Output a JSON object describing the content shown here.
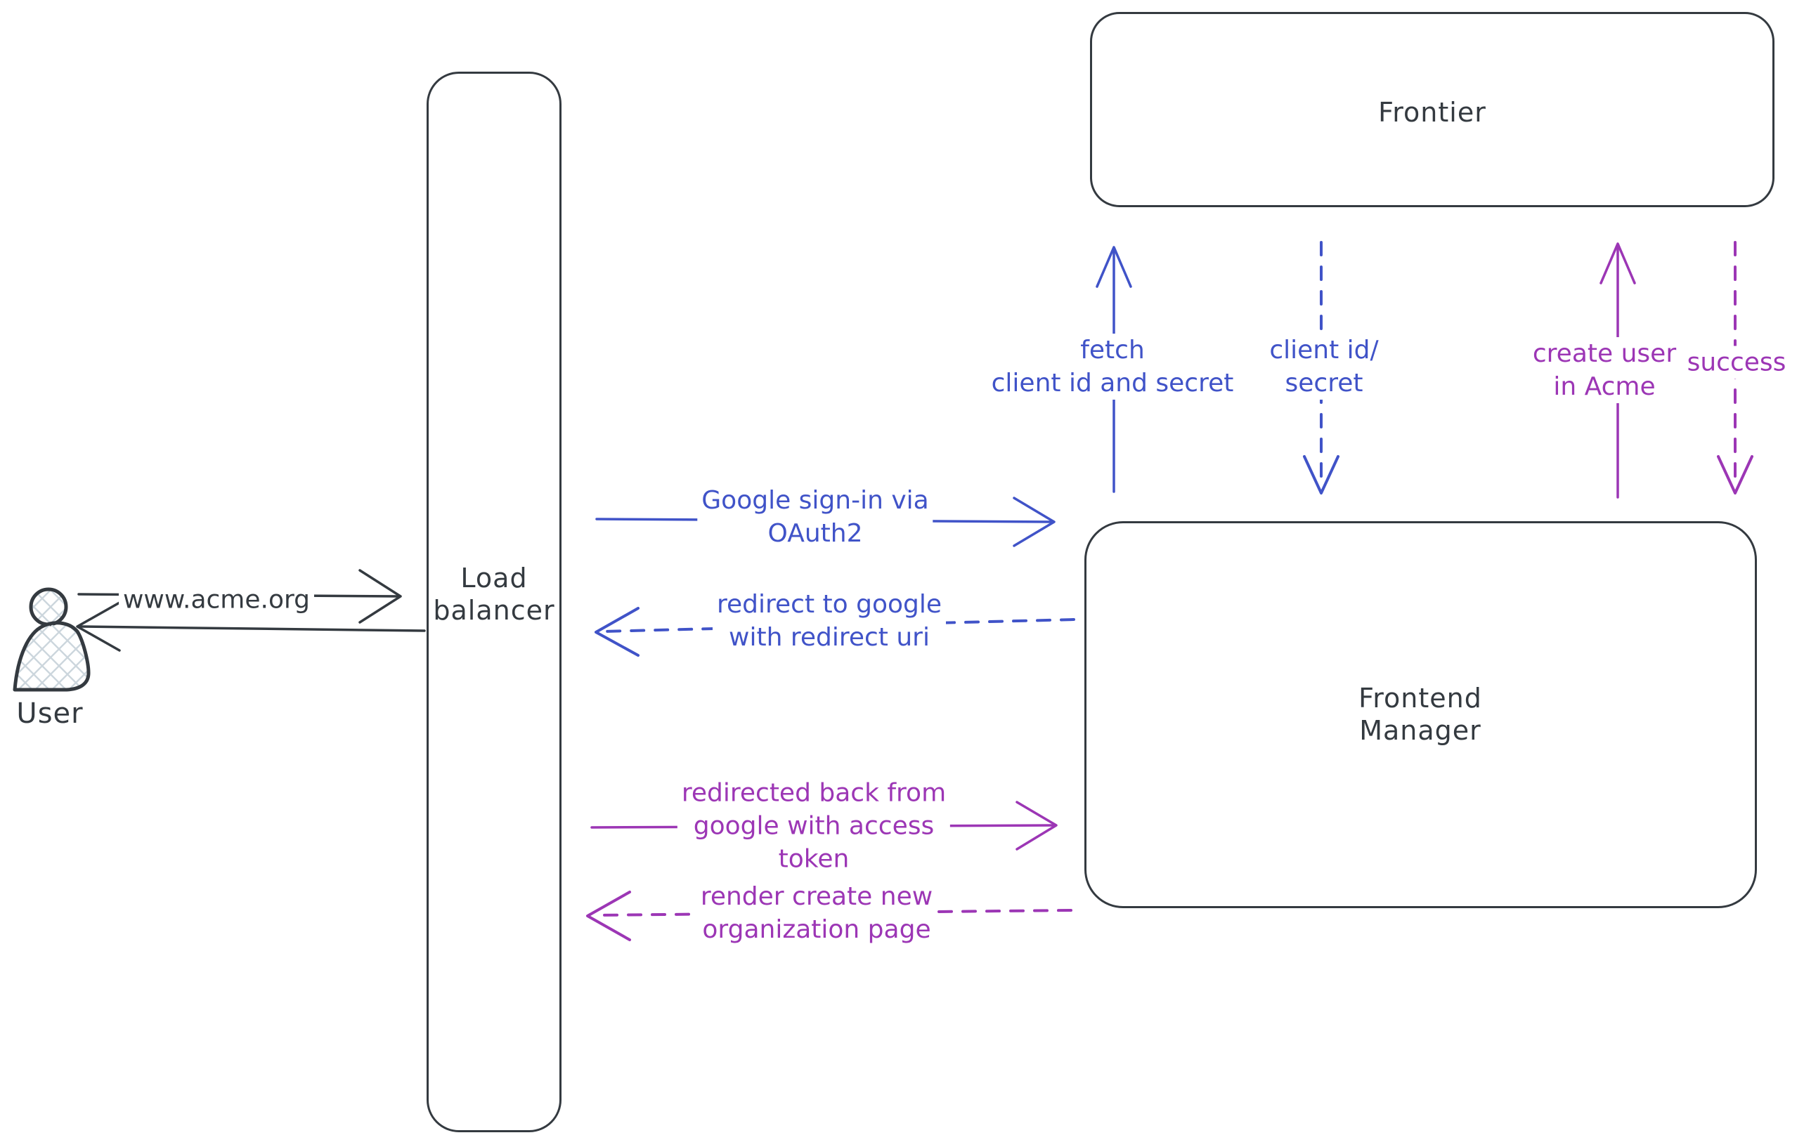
{
  "palette": {
    "ink": "#343a40",
    "blue": "#4053c8",
    "purple": "#9c36b5",
    "hatch_fill": "#ccd6dd",
    "background": "#ffffff"
  },
  "nodes": {
    "user": {
      "label": "User",
      "shape": "person"
    },
    "load_balancer": {
      "line1": "Load",
      "line2": "balancer",
      "shape": "rounded-rectangle"
    },
    "frontier": {
      "label": "Frontier",
      "shape": "rounded-rectangle"
    },
    "frontend_manager": {
      "line1": "Frontend",
      "line2": "Manager",
      "shape": "rounded-rectangle"
    }
  },
  "edges": {
    "www_acme": {
      "label": "www.acme.org",
      "from": "user",
      "to": "load_balancer",
      "style": "solid",
      "color": "ink"
    },
    "lb_to_user": {
      "from": "load_balancer",
      "to": "user",
      "style": "solid",
      "color": "ink"
    },
    "google_signin": {
      "line1": "Google sign-in via",
      "line2": "OAuth2",
      "from": "load_balancer",
      "to": "frontend_manager",
      "style": "solid",
      "color": "blue"
    },
    "redirect_google": {
      "line1": "redirect to google",
      "line2": "with redirect uri",
      "from": "frontend_manager",
      "to": "load_balancer",
      "style": "dashed",
      "color": "blue"
    },
    "fetch_credentials": {
      "line1": "fetch",
      "line2": "client id and secret",
      "from": "frontend_manager",
      "to": "frontier",
      "style": "solid",
      "color": "blue"
    },
    "client_credentials": {
      "line1": "client id/",
      "line2": "secret",
      "from": "frontier",
      "to": "frontend_manager",
      "style": "dashed",
      "color": "blue"
    },
    "create_user": {
      "line1": "create user",
      "line2": "in Acme",
      "from": "frontend_manager",
      "to": "frontier",
      "style": "solid",
      "color": "purple"
    },
    "success": {
      "label": "success",
      "from": "frontier",
      "to": "frontend_manager",
      "style": "dashed",
      "color": "purple"
    },
    "redirected_back": {
      "line1": "redirected back from",
      "line2": "google with access",
      "line3": "token",
      "from": "load_balancer",
      "to": "frontend_manager",
      "style": "solid",
      "color": "purple"
    },
    "render_org_page": {
      "line1": "render create new",
      "line2": "organization page",
      "from": "frontend_manager",
      "to": "load_balancer",
      "style": "dashed",
      "color": "purple"
    }
  }
}
